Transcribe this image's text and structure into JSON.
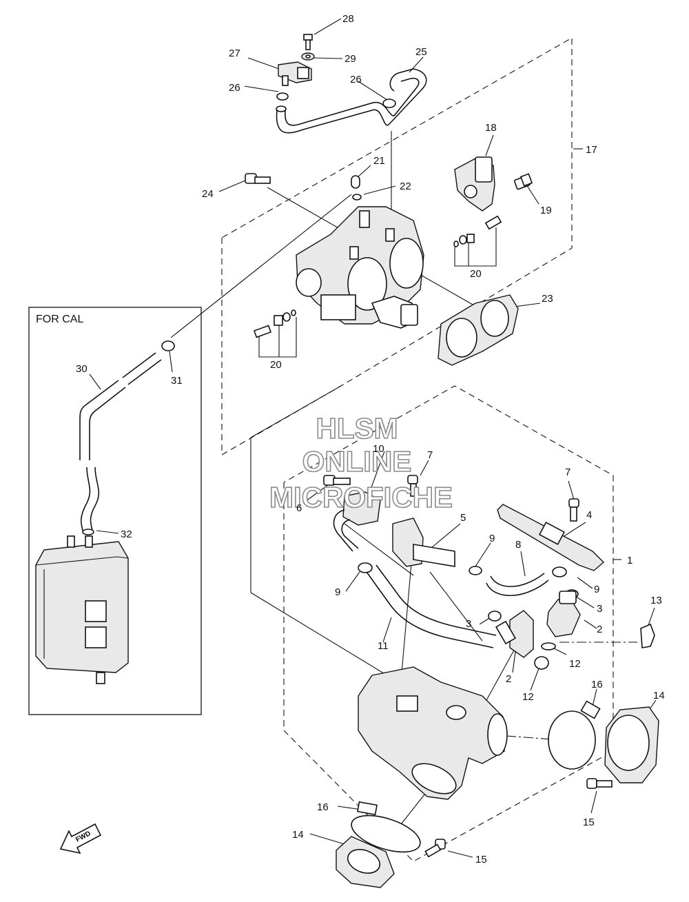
{
  "box": {
    "title": "FOR CAL"
  },
  "watermark": {
    "line1": "HLSM",
    "line2": "ONLINE",
    "line3": "MICROFICHE"
  },
  "fwd_label": "FWD",
  "callouts": [
    {
      "id": "c28",
      "label": "28"
    },
    {
      "id": "c27",
      "label": "27"
    },
    {
      "id": "c29",
      "label": "29"
    },
    {
      "id": "c25",
      "label": "25"
    },
    {
      "id": "c26a",
      "label": "26"
    },
    {
      "id": "c26b",
      "label": "26"
    },
    {
      "id": "c18",
      "label": "18"
    },
    {
      "id": "c17",
      "label": "17"
    },
    {
      "id": "c21",
      "label": "21"
    },
    {
      "id": "c22",
      "label": "22"
    },
    {
      "id": "c24",
      "label": "24"
    },
    {
      "id": "c19",
      "label": "19"
    },
    {
      "id": "c20a",
      "label": "20"
    },
    {
      "id": "c23",
      "label": "23"
    },
    {
      "id": "c20b",
      "label": "20"
    },
    {
      "id": "c30",
      "label": "30"
    },
    {
      "id": "c31",
      "label": "31"
    },
    {
      "id": "c32",
      "label": "32"
    },
    {
      "id": "c10",
      "label": "10"
    },
    {
      "id": "c7a",
      "label": "7"
    },
    {
      "id": "c7b",
      "label": "7"
    },
    {
      "id": "c6",
      "label": "6"
    },
    {
      "id": "c4",
      "label": "4"
    },
    {
      "id": "c5",
      "label": "5"
    },
    {
      "id": "c9a",
      "label": "9"
    },
    {
      "id": "c1",
      "label": "1"
    },
    {
      "id": "c8",
      "label": "8"
    },
    {
      "id": "c9b",
      "label": "9"
    },
    {
      "id": "c9c",
      "label": "9"
    },
    {
      "id": "c3a",
      "label": "3"
    },
    {
      "id": "c13",
      "label": "13"
    },
    {
      "id": "c3b",
      "label": "3"
    },
    {
      "id": "c2a",
      "label": "2"
    },
    {
      "id": "c11",
      "label": "11"
    },
    {
      "id": "c12a",
      "label": "12"
    },
    {
      "id": "c2b",
      "label": "2"
    },
    {
      "id": "c12b",
      "label": "12"
    },
    {
      "id": "c16a",
      "label": "16"
    },
    {
      "id": "c14a",
      "label": "14"
    },
    {
      "id": "c15a",
      "label": "15"
    },
    {
      "id": "c16b",
      "label": "16"
    },
    {
      "id": "c14b",
      "label": "14"
    },
    {
      "id": "c15b",
      "label": "15"
    }
  ]
}
